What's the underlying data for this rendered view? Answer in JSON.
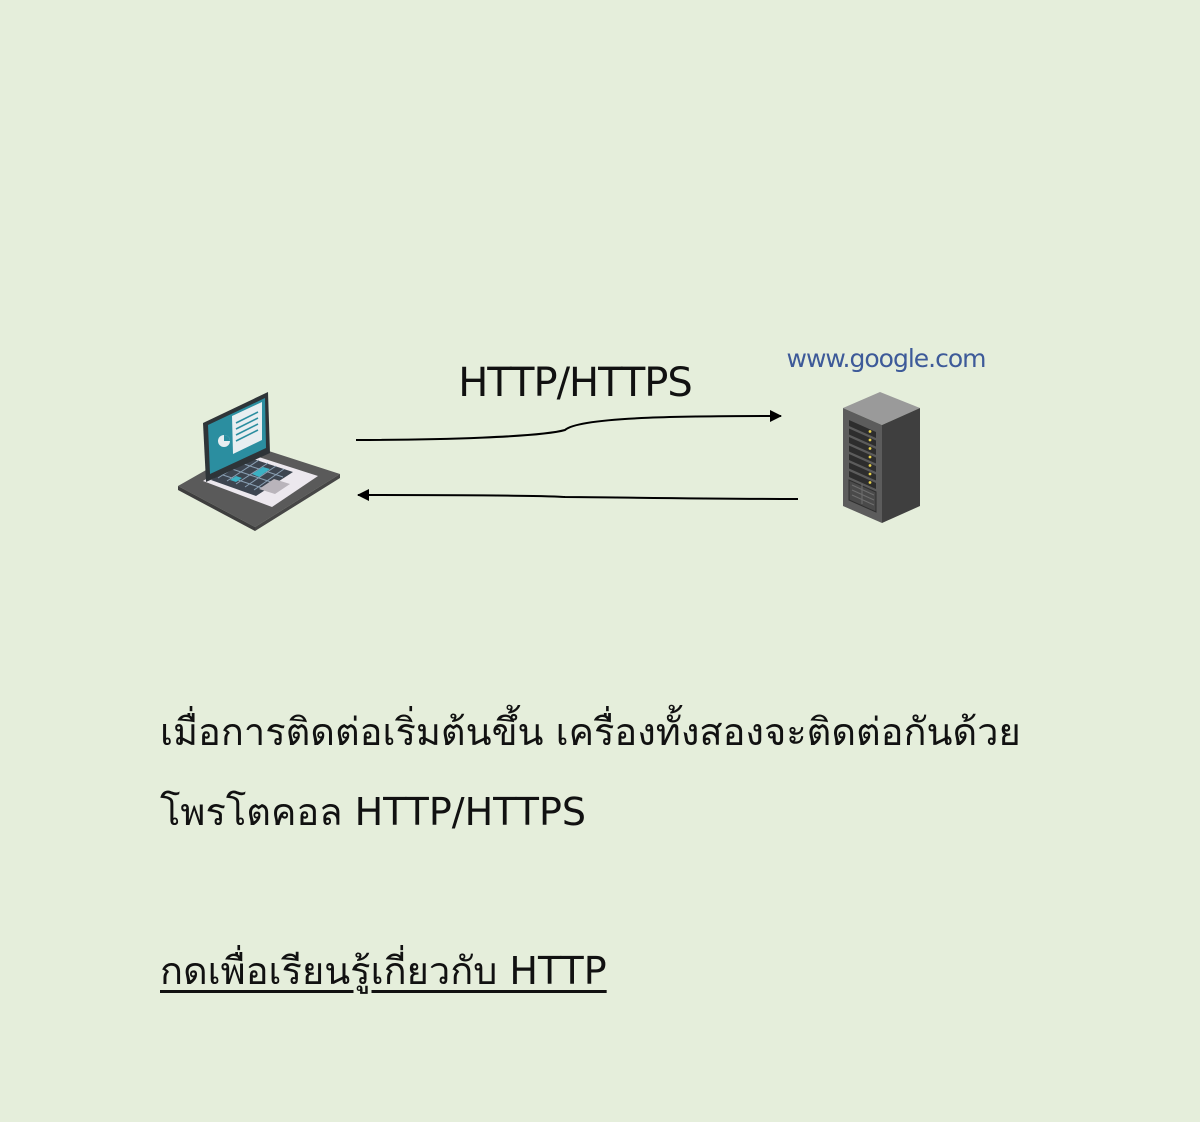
{
  "diagram": {
    "protocol_label": "HTTP/HTTPS",
    "server_host": "www.google.com",
    "client_icon": "laptop-icon",
    "server_icon": "server-rack-icon",
    "request_arrow": "client-to-server",
    "response_arrow": "server-to-client"
  },
  "description": {
    "line1": "เมื่อการติดต่อเริ่มต้นขึ้น เครื่องทั้งสองจะติดต่อกันด้วย",
    "line2": "โพรโตคอล HTTP/HTTPS"
  },
  "link": {
    "text": "กดเพื่อเรียนรู้เกี่ยวกับ HTTP"
  },
  "colors": {
    "background": "#e5eedb",
    "host_text": "#3d5a99",
    "text": "#111111",
    "arrow": "#000000"
  }
}
